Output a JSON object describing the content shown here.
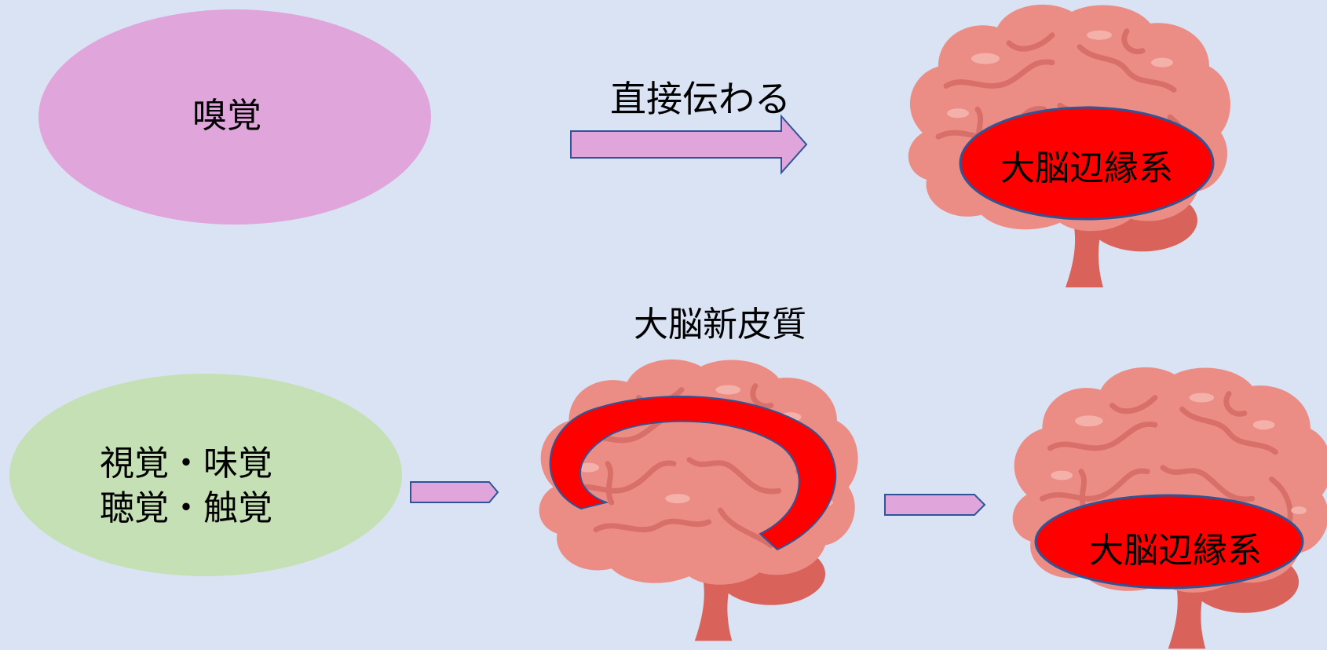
{
  "diagram": {
    "smell_label": "嗅覚",
    "direct_label": "直接伝わる",
    "limbic_label_top": "大脳辺縁系",
    "neocortex_label": "大脳新皮質",
    "other_senses_line1": "視覚・味覚",
    "other_senses_line2": "聴覚・触覚",
    "limbic_label_bottom": "大脳辺縁系"
  },
  "icons": {
    "brain": "brain-icon",
    "arrow": "right-arrow-icon"
  },
  "colors": {
    "background": "#dae3f3",
    "smell_ellipse": "#e0a5db",
    "senses_ellipse": "#c5e0b4",
    "arrow_fill": "#e0a5db",
    "arrow_stroke": "#2f5597",
    "limbic_fill": "#ff0000",
    "brain_base": "#ec8d85",
    "brain_dark": "#d86f68",
    "brain_stem": "#d9625a"
  }
}
